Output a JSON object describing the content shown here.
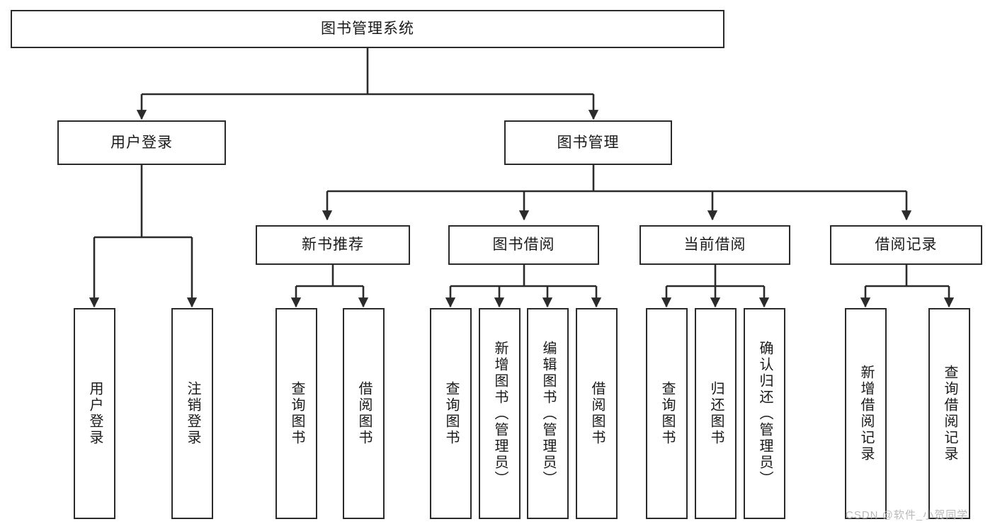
{
  "diagram": {
    "type": "tree-hierarchy-chart",
    "title": "图书管理系统",
    "theme": {
      "background": "#ffffff",
      "node_border": "#2b2b2b",
      "node_fill": "#ffffff",
      "edge_color": "#2b2b2b",
      "text_color": "#1a1a1a",
      "watermark_color": "#b9b9b9"
    },
    "root": {
      "id": "root",
      "label": "图书管理系统"
    },
    "level2": [
      {
        "id": "login",
        "label": "用户登录"
      },
      {
        "id": "bookmgmt",
        "label": "图书管理"
      }
    ],
    "level3": [
      {
        "id": "newbook",
        "label": "新书推荐"
      },
      {
        "id": "borrow",
        "label": "图书借阅"
      },
      {
        "id": "current",
        "label": "当前借阅"
      },
      {
        "id": "records",
        "label": "借阅记录"
      }
    ],
    "leaves": [
      {
        "id": "leaf-user-login",
        "label": "用户登录",
        "parent": "login"
      },
      {
        "id": "leaf-logout",
        "label": "注销登录",
        "parent": "login"
      },
      {
        "id": "leaf-query-book-1",
        "label": "查询图书",
        "parent": "newbook"
      },
      {
        "id": "leaf-borrow-book-1",
        "label": "借阅图书",
        "parent": "newbook"
      },
      {
        "id": "leaf-query-book-2",
        "label": "查询图书",
        "parent": "borrow"
      },
      {
        "id": "leaf-add-book",
        "label": "新增图书（管理员）",
        "parent": "borrow"
      },
      {
        "id": "leaf-edit-book",
        "label": "编辑图书（管理员）",
        "parent": "borrow"
      },
      {
        "id": "leaf-borrow-book-2",
        "label": "借阅图书",
        "parent": "borrow"
      },
      {
        "id": "leaf-query-book-3",
        "label": "查询图书",
        "parent": "current"
      },
      {
        "id": "leaf-return-book",
        "label": "归还图书",
        "parent": "current"
      },
      {
        "id": "leaf-confirm-return",
        "label": "确认归还（管理员）",
        "parent": "current"
      },
      {
        "id": "leaf-add-record",
        "label": "新增借阅记录",
        "parent": "records"
      },
      {
        "id": "leaf-query-record",
        "label": "查询借阅记录",
        "parent": "records"
      }
    ],
    "watermark": "CSDN @软件_小贺同学"
  }
}
